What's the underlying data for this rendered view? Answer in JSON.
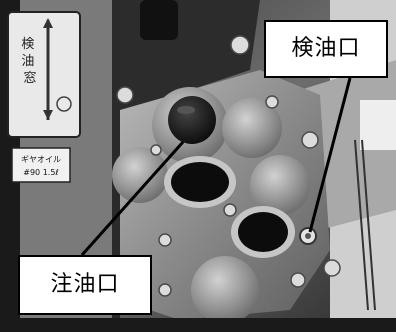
{
  "photo": {
    "subject": "gear case oil ports",
    "sticker_top": "検油窓",
    "sticker_bottom_1": "ギヤオイル",
    "sticker_bottom_2": "#90 1.5ℓ"
  },
  "labels": {
    "inspection_port": "検油口",
    "fill_port": "注油口"
  }
}
